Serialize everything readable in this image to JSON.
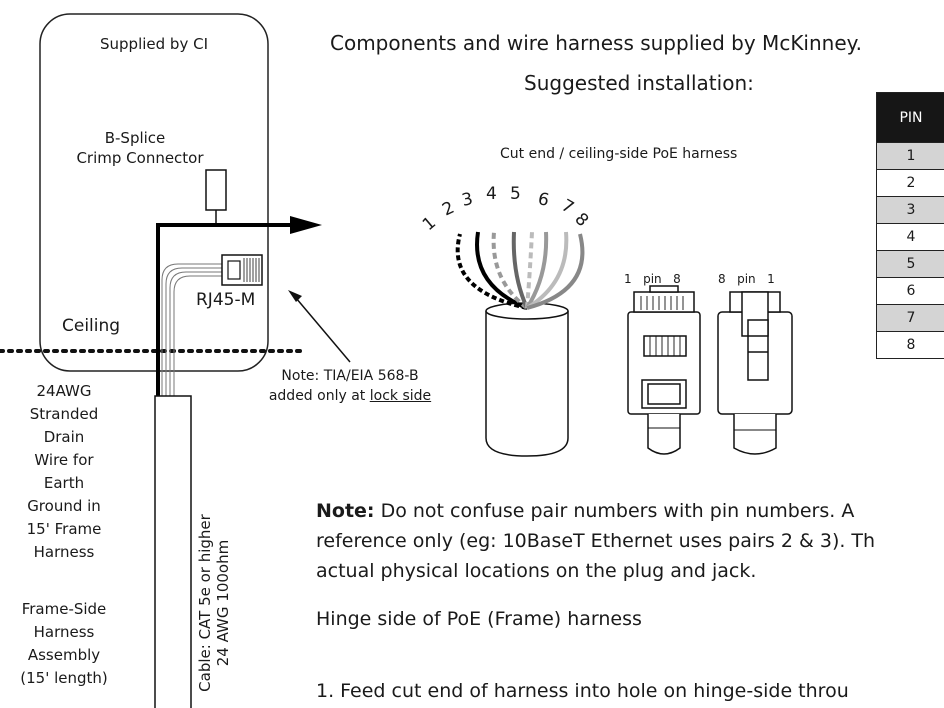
{
  "header": {
    "line1": "Components and wire harness supplied by McKinney.",
    "line2": "Suggested installation:"
  },
  "box": {
    "supplied_by": "Supplied by CI",
    "connector_line1": "B-Splice",
    "connector_line2": "Crimp Connector",
    "rj45_label": "RJ45-M",
    "ceiling_label": "Ceiling"
  },
  "note_tia": {
    "line1": "Note: TIA/EIA 568-B",
    "line2_prefix": "added only at ",
    "line2_underlined": "lock side"
  },
  "drain_wire": [
    "24AWG",
    "Stranded",
    "Drain",
    "Wire for",
    "Earth",
    "Ground in",
    "15' Frame",
    "Harness"
  ],
  "frame_side": [
    "Frame-Side",
    "Harness",
    "Assembly",
    "(15' length)"
  ],
  "cable_label": {
    "line1": "Cable: CAT 5e or higher",
    "line2": "24 AWG  100ohm"
  },
  "harness_caption": "Cut end / ceiling-side PoE harness",
  "wire_numbers": [
    "1",
    "2",
    "3",
    "4",
    "5",
    "6",
    "7",
    "8"
  ],
  "plug_labels": {
    "left": "1   pin   8",
    "right": "8   pin   1"
  },
  "pin_table": {
    "header": "PIN",
    "rows": [
      "1",
      "2",
      "3",
      "4",
      "5",
      "6",
      "7",
      "8"
    ]
  },
  "note_pairs": {
    "bold": "Note:",
    "rest1": " Do not confuse pair numbers with pin numbers. A",
    "line2": "reference only (eg: 10BaseT Ethernet uses pairs 2 & 3). Th",
    "line3": "actual physical locations on the plug and jack."
  },
  "hinge_heading": "Hinge side of PoE (Frame) harness",
  "step1": "1.  Feed cut end of harness into hole on hinge-side throu"
}
